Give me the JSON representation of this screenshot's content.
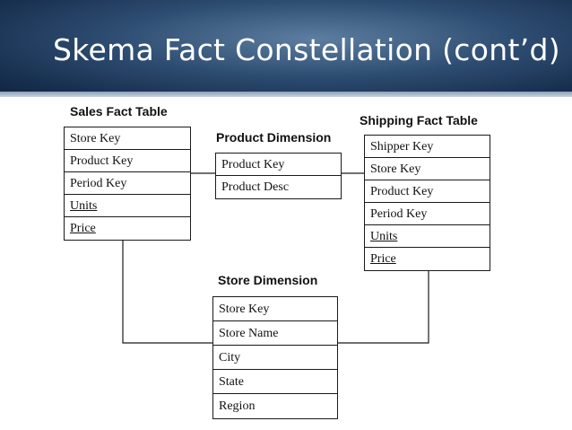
{
  "slide": {
    "title": "Skema Fact Constellation (cont’d)"
  },
  "sales_fact_table": {
    "title": "Sales Fact Table",
    "rows": [
      "Store Key",
      "Product Key",
      "Period Key",
      "Units",
      "Price"
    ]
  },
  "product_dimension": {
    "title": "Product Dimension",
    "rows": [
      "Product Key",
      "Product Desc"
    ]
  },
  "shipping_fact_table": {
    "title": "Shipping Fact Table",
    "rows": [
      "Shipper Key",
      "Store Key",
      "Product Key",
      "Period Key",
      "Units",
      "Price"
    ]
  },
  "store_dimension": {
    "title": "Store Dimension",
    "rows": [
      "Store Key",
      "Store Name",
      "City",
      "State",
      "Region"
    ]
  },
  "underlined_measures": [
    "Units",
    "Price"
  ]
}
